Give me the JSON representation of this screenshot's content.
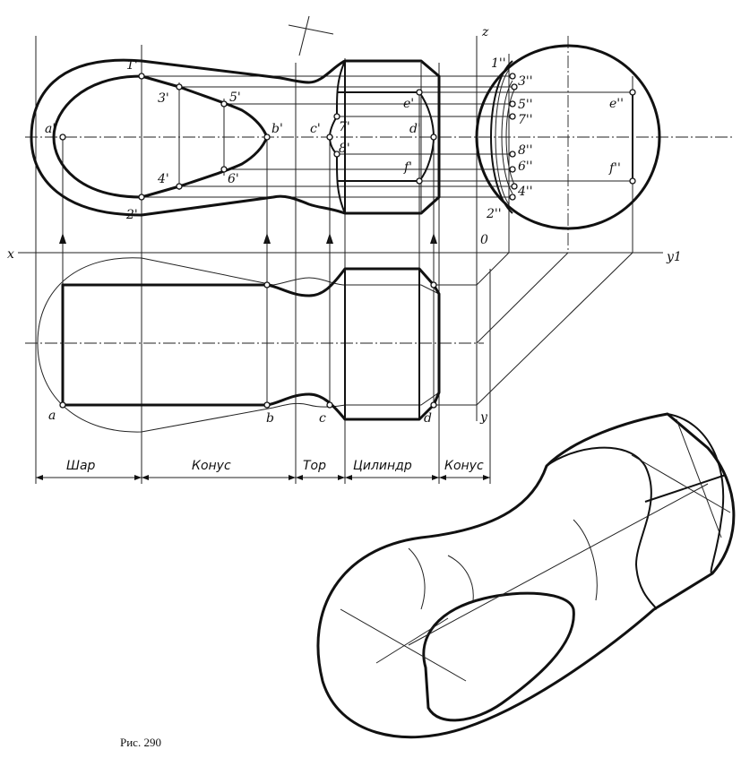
{
  "figure": {
    "caption": "Рис. 290",
    "axes": {
      "x": "x",
      "y1": "y1",
      "z": "z",
      "o": "0",
      "y": "y"
    },
    "zones": [
      "Шар",
      "Конус",
      "Тор",
      "Цилиндр",
      "Конус"
    ],
    "points_frontal": [
      "1'",
      "2'",
      "3'",
      "4'",
      "5'",
      "6'",
      "7'",
      "8'",
      "a'",
      "b'",
      "c'",
      "d'",
      "e'",
      "f'"
    ],
    "points_profile": [
      "1''",
      "2''",
      "3''",
      "4''",
      "5''",
      "6''",
      "7''",
      "8''",
      "e''",
      "f''"
    ],
    "points_plan": [
      "a",
      "b",
      "c",
      "d"
    ]
  }
}
